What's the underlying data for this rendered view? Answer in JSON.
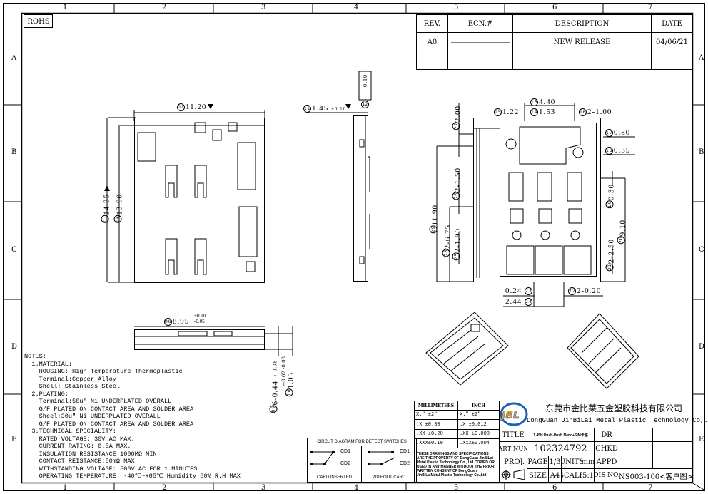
{
  "frame": {
    "columns": [
      "1",
      "2",
      "3",
      "4",
      "5",
      "6",
      "7"
    ],
    "rows": [
      "A",
      "B",
      "C",
      "D",
      "E"
    ]
  },
  "rohs": "ROHS",
  "revision": {
    "headers": {
      "rev": "REV.",
      "ecn": "ECN.#",
      "desc": "DESCRIPTION",
      "date": "DATE"
    },
    "row": {
      "rev": "A0",
      "desc": "NEW RELEASE",
      "date": "04/06/21"
    }
  },
  "top_view": {
    "width": {
      "num": "01",
      "value": "11.20"
    },
    "height_outer": {
      "num": "07",
      "value": "14.35"
    },
    "height_inner": {
      "num": "06",
      "value": "13.90"
    }
  },
  "side_view": {
    "thickness": {
      "num": "11",
      "value": "1.45",
      "tol": "±0.10"
    },
    "flatness": {
      "num": "12",
      "value": "0.10"
    }
  },
  "front_view": {
    "width": {
      "num": "08",
      "value": "8.95",
      "tol_plus": "+0.10",
      "tol_minus": "-0.05"
    },
    "pins": {
      "num": "09",
      "value": "6-0.44",
      "tol": "±0.08"
    },
    "height": {
      "num": "10",
      "value": "1.05",
      "tol_plus": "+0.02",
      "tol_minus": "-0.08"
    }
  },
  "bottom_view": {
    "d13": {
      "num": "13",
      "value": "4.40"
    },
    "d15": {
      "num": "15",
      "value": "1.22"
    },
    "d14": {
      "num": "14",
      "value": "1.53"
    },
    "d16": {
      "num": "16",
      "value": "2-1.00"
    },
    "d17": {
      "num": "17",
      "value": "0.80"
    },
    "d18": {
      "num": "18",
      "value": "0.35"
    },
    "d19": {
      "num": "19",
      "value": "0.30"
    },
    "d20": {
      "num": "20",
      "value": "9.10"
    },
    "d21": {
      "num": "21",
      "value": "2-2.50"
    },
    "d27": {
      "num": "27",
      "value": "2.00"
    },
    "d26": {
      "num": "26",
      "value": "2-1.50"
    },
    "d29": {
      "num": "29",
      "value": "11.90"
    },
    "d28": {
      "num": "28",
      "value": "2-6.75"
    },
    "d25": {
      "num": "25",
      "value": "2-1.90"
    },
    "d23": {
      "num": "23",
      "value": "0.24"
    },
    "d22": {
      "num": "22",
      "value": "2-0.20"
    },
    "d24": {
      "num": "24",
      "value": "2.44"
    }
  },
  "notes": {
    "title": "NOTES:",
    "lines": [
      "  1.MATERIAL:",
      "    HOUSING: High Temperature Thermoplastic",
      "    Terminal:Copper Alloy",
      "    Shell: Stainless Steel",
      "  2.PLATING:",
      "    Terminal:50u\" Ni UNDERPLATED OVERALL",
      "    G/F PLATED ON CONTACT AREA AND SOLDER AREA",
      "    Sheel:30u\" Ni UNDERPLATED OVERALL",
      "    G/F PLATED ON CONTACT AREA AND SOLDER AREA",
      "  3.TECHNICAL SPECIALITY:",
      "    RATED VOLTAGE: 30V AC MAX.",
      "    CURRENT RATING: 0.5A MAX.",
      "    INSULATION RESISTANCE:1000MΩ MIN",
      "    CONTACT REISTANCE:50mΩ MAX",
      "    WITHSTANDING VOLTAGE: 500V AC FOR 1 MINUTES",
      "    OPERATING TEMPERATURE: -40℃~+85℃ Humidity 80% R.H MAX"
    ]
  },
  "circuit": {
    "title": "CIRCUT DIAGRAM FOR DETECT SWITCHES",
    "cd1": "CD1",
    "cd2": "CD2",
    "left_label": "CARD INSERTED",
    "right_label": "WITHOUT CARD"
  },
  "tolerance": {
    "headers": [
      "MILLIMETERS",
      "INCH"
    ],
    "rows": [
      [
        "X.\" ±2\"",
        "X.\" ±2\""
      ],
      [
        ".X  ±0.30",
        ".X  ±0.012"
      ],
      [
        ".XX ±0.20",
        ".XX ±0.008"
      ],
      [
        ".XXX±0.10",
        ".XXX±0.004"
      ]
    ],
    "disclaimer": "THESE DRAWINGS AND SPECIFICATIONS ARE THE PROPERTY OF DongGuan JinBiLai Metal Plastic Technology Co., Ltd COPIED OR USED IN ANY MANNER WITHOUT THE PRIOR WRITTEN CONSENT OF DongGuan JinBiLaiMetal Plastic Technology Co.,Ltd"
  },
  "title_block": {
    "logo_text": "JBL",
    "company_cn": "东莞市金比莱五金塑胶科技有限公司",
    "company_en": "DongGuan JinBiLai Metal Plastic Technology Co,.Ltd",
    "title_label": "TITLE",
    "title_value": "1.45H Push-Push Nano+SIM卡座",
    "part_label": "PART NUM.",
    "part_value": "102324792",
    "proj_label": "PROJ.",
    "page_label": "PAGE",
    "page_value": "1/3",
    "units_label": "UNITS",
    "units_value": "mm",
    "size_label": "SIZE",
    "size_value": "A4",
    "scale_label": "SCALE",
    "scale_value": "5:1",
    "dr_label": "DR",
    "chkd_label": "CHKD",
    "appd_label": "APPD",
    "dis_label": "DIS NO.",
    "dis_value": "NS003-100<客户图>"
  },
  "colors": {
    "line": "#000000",
    "logo_blue": "#1e5fb4",
    "logo_orange": "#f0a020"
  }
}
